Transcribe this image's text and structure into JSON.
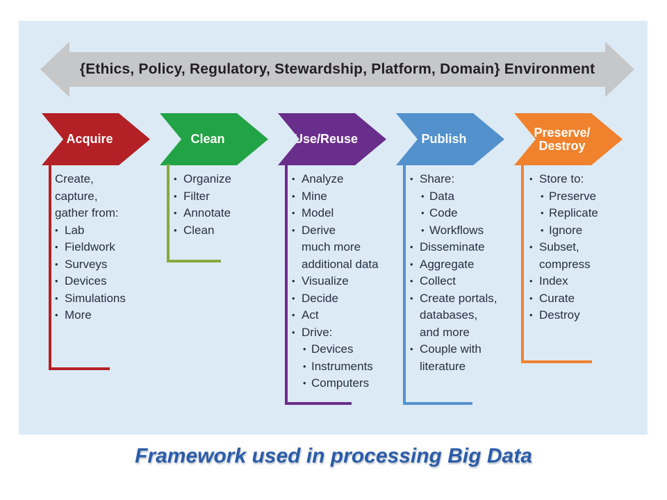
{
  "banner": {
    "text": "{Ethics, Policy, Regulatory, Stewardship, Platform, Domain} Environment",
    "bg_color": "#C6C7C9",
    "text_color": "#231F20"
  },
  "caption": {
    "text": "Framework used in processing Big Data",
    "color": "#2A5CA8"
  },
  "panel_bg": "#DCEAF5",
  "list_text_color": "#26313F",
  "stages": [
    {
      "label": "Acquire",
      "color": "#B32025",
      "bracket_color": "#B32025",
      "items": [
        {
          "t": "Create,",
          "l": "p"
        },
        {
          "t": "capture,",
          "l": "p"
        },
        {
          "t": "gather from:",
          "l": "p"
        },
        {
          "t": "Lab",
          "l": "b1"
        },
        {
          "t": "Fieldwork",
          "l": "b1"
        },
        {
          "t": "Surveys",
          "l": "b1"
        },
        {
          "t": "Devices",
          "l": "b1"
        },
        {
          "t": "Simulations",
          "l": "b1"
        },
        {
          "t": "More",
          "l": "b1"
        }
      ]
    },
    {
      "label": "Clean",
      "color": "#22A345",
      "bracket_color": "#85A93E",
      "items": [
        {
          "t": "Organize",
          "l": "b1"
        },
        {
          "t": "Filter",
          "l": "b1"
        },
        {
          "t": "Annotate",
          "l": "b1"
        },
        {
          "t": "Clean",
          "l": "b1"
        }
      ]
    },
    {
      "label": "Use/Reuse",
      "color": "#692D8B",
      "bracket_color": "#692D8B",
      "items": [
        {
          "t": "Analyze",
          "l": "b1"
        },
        {
          "t": "Mine",
          "l": "b1"
        },
        {
          "t": "Model",
          "l": "b1"
        },
        {
          "t": "Derive",
          "l": "b1"
        },
        {
          "t": "much more",
          "l": "c1"
        },
        {
          "t": "additional data",
          "l": "c1"
        },
        {
          "t": "Visualize",
          "l": "b1"
        },
        {
          "t": "Decide",
          "l": "b1"
        },
        {
          "t": "Act",
          "l": "b1"
        },
        {
          "t": "Drive:",
          "l": "b1"
        },
        {
          "t": "Devices",
          "l": "b2"
        },
        {
          "t": "Instruments",
          "l": "b2"
        },
        {
          "t": "Computers",
          "l": "b2"
        }
      ]
    },
    {
      "label": "Publish",
      "color": "#5291CC",
      "bracket_color": "#5291CC",
      "items": [
        {
          "t": "Share:",
          "l": "b1"
        },
        {
          "t": "Data",
          "l": "b2"
        },
        {
          "t": "Code",
          "l": "b2"
        },
        {
          "t": "Workflows",
          "l": "b2"
        },
        {
          "t": "Disseminate",
          "l": "b1"
        },
        {
          "t": "Aggregate",
          "l": "b1"
        },
        {
          "t": "Collect",
          "l": "b1"
        },
        {
          "t": "Create portals,",
          "l": "b1"
        },
        {
          "t": "databases,",
          "l": "c1"
        },
        {
          "t": "and more",
          "l": "c1"
        },
        {
          "t": "Couple with",
          "l": "b1"
        },
        {
          "t": "literature",
          "l": "c1"
        }
      ]
    },
    {
      "label": "Preserve/\nDestroy",
      "color": "#F0822D",
      "bracket_color": "#F0822D",
      "items": [
        {
          "t": "Store to:",
          "l": "b1"
        },
        {
          "t": "Preserve",
          "l": "b2"
        },
        {
          "t": "Replicate",
          "l": "b2"
        },
        {
          "t": "Ignore",
          "l": "b2"
        },
        {
          "t": "Subset,",
          "l": "b1"
        },
        {
          "t": "compress",
          "l": "c1"
        },
        {
          "t": "Index",
          "l": "b1"
        },
        {
          "t": "Curate",
          "l": "b1"
        },
        {
          "t": "Destroy",
          "l": "b1"
        }
      ]
    }
  ]
}
